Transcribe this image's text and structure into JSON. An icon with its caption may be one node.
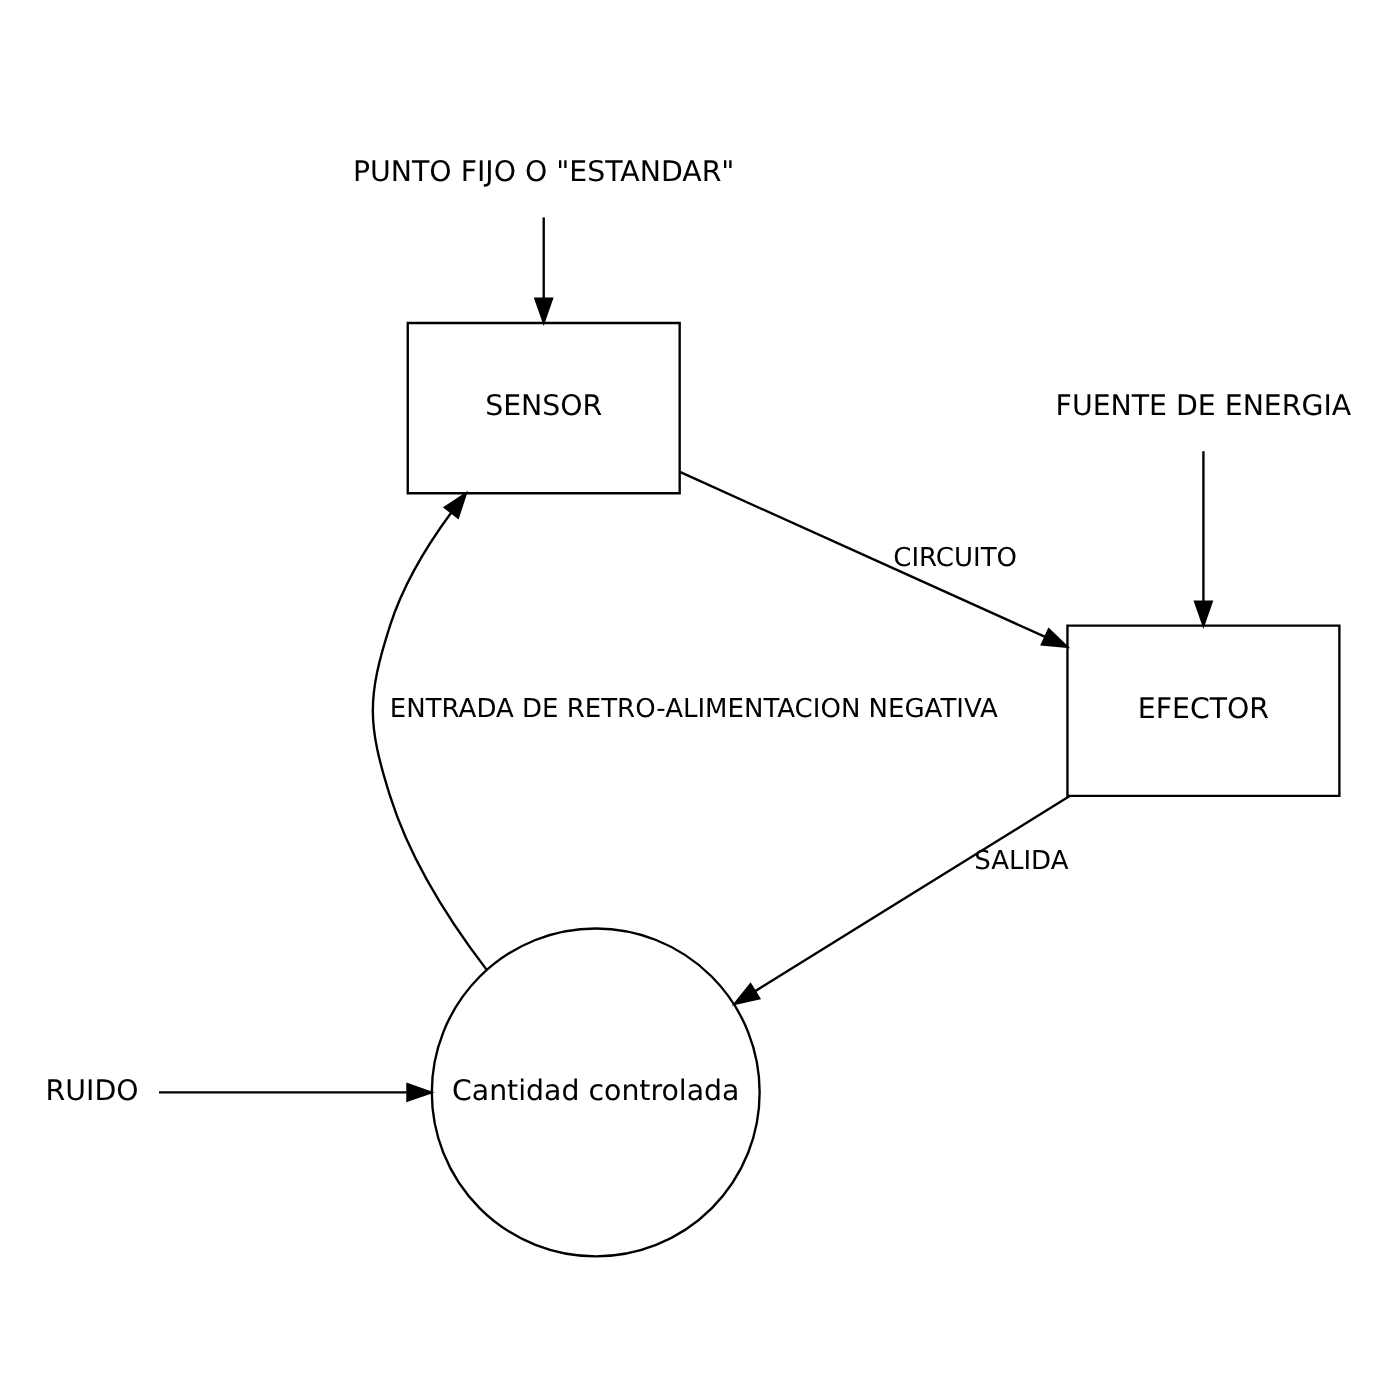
{
  "diagram": {
    "nodes": [
      {
        "text": [
          "PUNTO FIJO O \"ESTANDAR\""
        ]
      },
      {
        "text": [
          "SENSOR"
        ]
      },
      {
        "text": [
          "Cantidad controlada"
        ]
      },
      {
        "text": [
          "RUIDO"
        ]
      },
      {
        "text": [
          "EFECTOR"
        ]
      },
      {
        "text": [
          "FUENTE DE ENERGIA"
        ]
      }
    ],
    "edges": [
      {
        "from": 0,
        "to": 1,
        "arrow": "to"
      },
      {
        "from": 2,
        "to": 1,
        "arrow": "to",
        "label": "ENTRADA DE RETRO-ALIMENTACION NEGATIVA"
      },
      {
        "from": 1,
        "to": 4,
        "arrow": "to",
        "label": "CIRCUITO"
      },
      {
        "from": 3,
        "to": 2,
        "arrow": "to"
      },
      {
        "from": 4,
        "to": 2,
        "arrow": "to",
        "label": "SALIDA"
      },
      {
        "from": 5,
        "to": 4,
        "arrow": "to"
      }
    ]
  }
}
